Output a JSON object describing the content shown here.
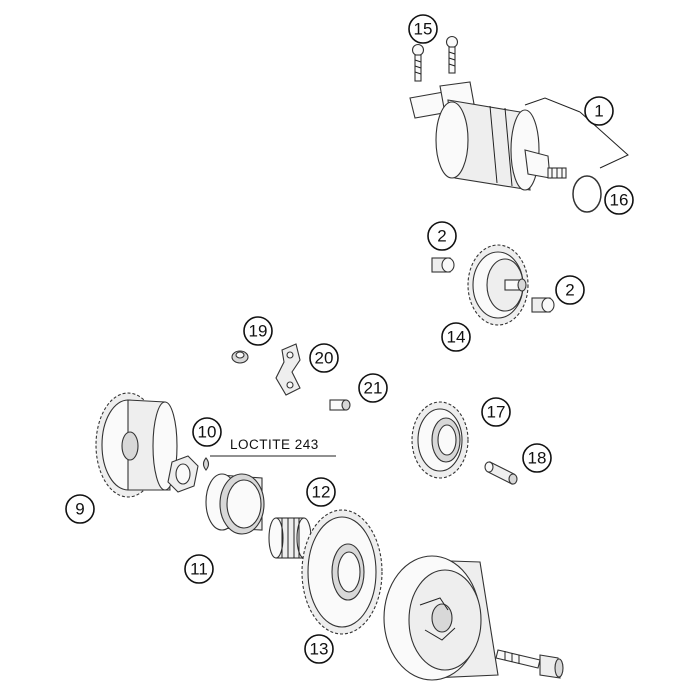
{
  "callouts": {
    "c1": "1",
    "c2a": "2",
    "c2b": "2",
    "c9": "9",
    "c10": "10",
    "c11": "11",
    "c12": "12",
    "c13": "13",
    "c14": "14",
    "c15": "15",
    "c16": "16",
    "c17": "17",
    "c18": "18",
    "c19": "19",
    "c20": "20",
    "c21": "21"
  },
  "note": "LOCTITE 243"
}
